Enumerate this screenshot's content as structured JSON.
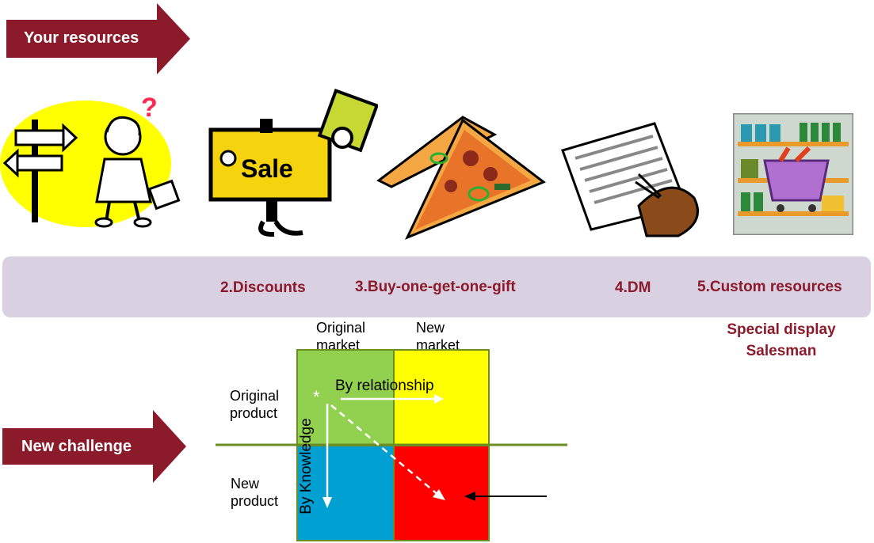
{
  "banners": {
    "resources": "Your resources",
    "challenge": "New challenge"
  },
  "icons": [
    "confused-person-signpost-icon",
    "sale-sign-icon",
    "pizza-slices-icon",
    "newspaper-coupon-icon",
    "grocery-shelf-cart-icon"
  ],
  "strip": {
    "items": [
      "2.Discounts",
      "3.Buy-one-get-one-gift",
      "4.DM",
      "5.Custom resources"
    ]
  },
  "custom_resources": [
    "Special display",
    "Salesman"
  ],
  "matrix": {
    "col_headers": [
      "Original market",
      "New market"
    ],
    "row_headers": [
      "Original product",
      "New product"
    ],
    "arrow_horizontal": "By relationship",
    "arrow_vertical": "By Knowledge",
    "colors": {
      "original_original": "#92d050",
      "original_new": "#ffff00",
      "new_original": "#00a0d2",
      "new_new": "#ff0000",
      "axis": "#6b8e23"
    }
  },
  "colors": {
    "banner": "#8b1a2a",
    "strip": "#d9d0e1",
    "strip_text": "#8b1a2a"
  }
}
